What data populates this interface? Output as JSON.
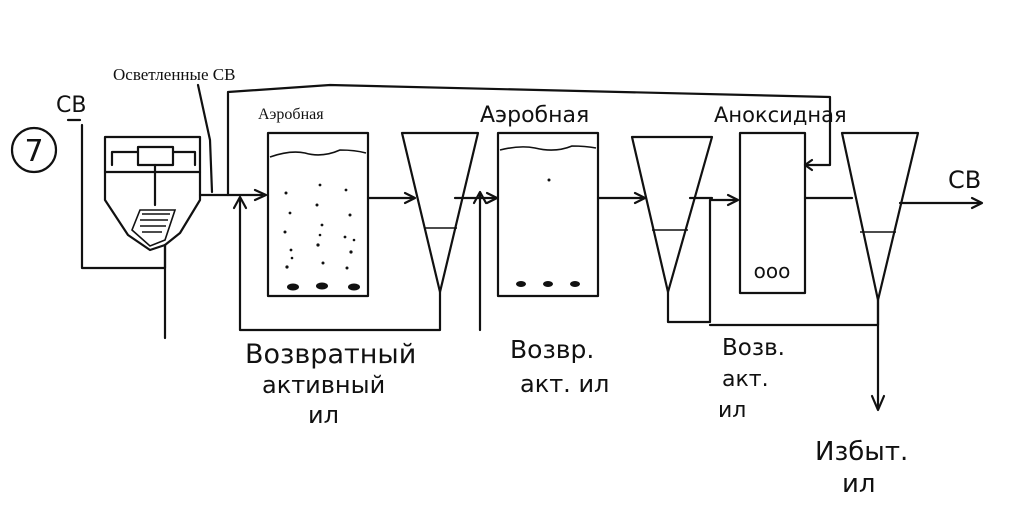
{
  "diagram": {
    "number": "7",
    "labels": {
      "inlet": "СВ",
      "clarified": "Осветленные СВ",
      "tank1": "Аэробная",
      "tank2": "Аэробная",
      "tank3": "Аноксидная",
      "outlet": "СВ",
      "return1_line1": "Возвратный",
      "return1_line2": "активный",
      "return1_line3": "ил",
      "return2_line1": "Возвр.",
      "return2_line2": "акт. ил",
      "return3_line1": "Возв.",
      "return3_line2": "акт.",
      "return3_line3": "ил",
      "excess_line1": "Избыт.",
      "excess_line2": "ил",
      "tank3_marks": "ооо"
    }
  }
}
